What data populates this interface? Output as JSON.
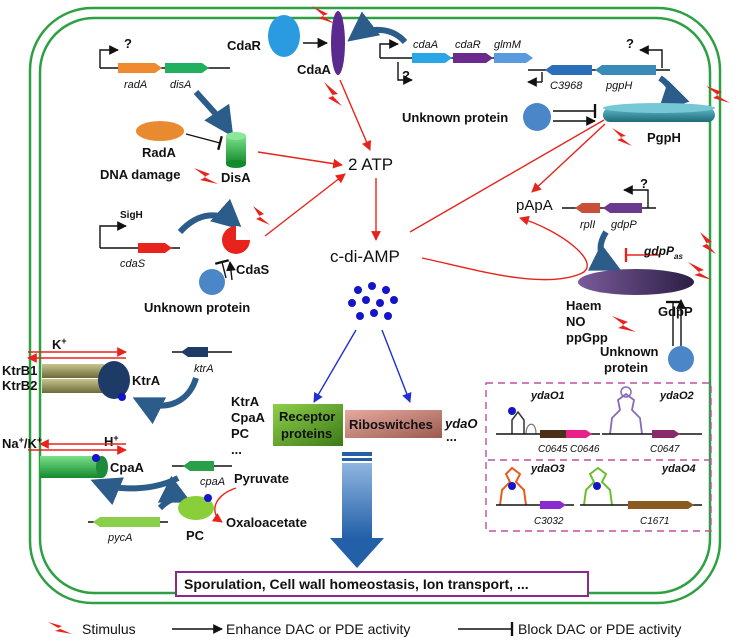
{
  "nodes": {
    "two_atp": "2 ATP",
    "c_di_amp": "c-di-AMP",
    "papa": "pApA",
    "cdaR": "CdaR",
    "cdaA": "CdaA",
    "pgpH": "PgpH",
    "radA": "RadA",
    "disA": "DisA",
    "cdaS": "CdaS",
    "dna_damage": "DNA damage",
    "sigH": "SigH",
    "unknown_protein": "Unknown protein",
    "unknown_protein2": "Unknown protein",
    "unknown_protein3a": "Unknown",
    "unknown_protein3b": "protein",
    "gdpP": "GdpP",
    "haem": "Haem",
    "no": "NO",
    "ppgpp": "ppGpp",
    "gdpP_as_main": "gdpP",
    "gdpP_as_sub": "as",
    "q1": "?",
    "q2": "?",
    "q3": "?",
    "q4": "?"
  },
  "genes": {
    "radA": "radA",
    "disA": "disA",
    "cdaA": "cdaA",
    "cdaR": "cdaR",
    "glmM": "glmM",
    "C3968": "C3968",
    "pgpH": "pgpH",
    "cdaS": "cdaS",
    "rplI": "rplI",
    "gdpP": "gdpP",
    "ktrA": "ktrA",
    "cpaA": "cpaA",
    "pycA": "pycA"
  },
  "transport": {
    "k": "K",
    "k_sup": "+",
    "ktrB1": "KtrB1",
    "ktrB2": "KtrB2",
    "ktrA": "KtrA",
    "na_k": "Na",
    "na_sup": "+",
    "na_k2": "/K",
    "k2_sup": "+",
    "h": "H",
    "h_sup": "+",
    "cpaA": "CpaA",
    "pc": "PC",
    "pyruvate": "Pyruvate",
    "oxaloacetate": "Oxaloacetate"
  },
  "targets": {
    "list": [
      "KtrA",
      "CpaA",
      "PC",
      "..."
    ],
    "receptor_line1": "Receptor",
    "receptor_line2": "proteins",
    "riboswitches": "Riboswitches",
    "ydaO": "ydaO",
    "ellipsis": "...",
    "outcome": "Sporulation, Cell wall homeostasis, Ion transport, ..."
  },
  "riboswitch_panel": {
    "ydaO1": "ydaO1",
    "ydaO2": "ydaO2",
    "ydaO3": "ydaO3",
    "ydaO4": "ydaO4",
    "C0645": "C0645",
    "C0646": "C0646",
    "C0647": "C0647",
    "C3032": "C3032",
    "C1671": "C1671"
  },
  "legend": {
    "stimulus": "Stimulus",
    "enhance": "Enhance DAC or PDE activity",
    "block": "Block DAC or PDE activity"
  },
  "colors": {
    "membrane": "#2ea043",
    "activation_arrow": "#e8231b",
    "regulation_arrow": "#2b5c8a",
    "ligand": "#1414c8",
    "stimulus": "#e8231b",
    "outcome_border": "#8a2a8a"
  }
}
